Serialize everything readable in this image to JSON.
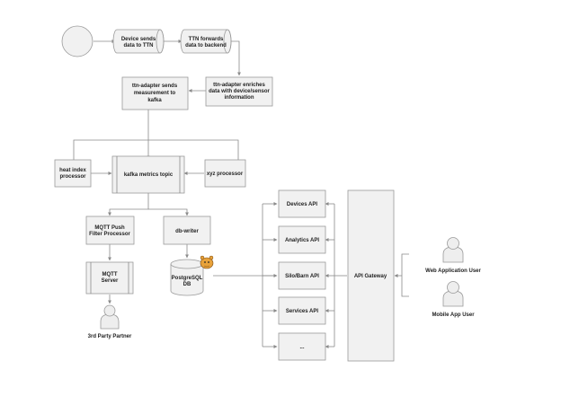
{
  "nodes": {
    "device_sends": {
      "lines": [
        "Device sends",
        "data to TTN"
      ]
    },
    "ttn_forwards": {
      "lines": [
        "TTN forwards",
        "data to backend"
      ]
    },
    "ttn_adapter_enriches": {
      "lines": [
        "ttn-adapter enriches",
        "data with device/sensor",
        "information"
      ]
    },
    "ttn_adapter_sends": {
      "lines": [
        "ttn-adapter sends",
        "measurement to",
        "kafka"
      ]
    },
    "heat_index": {
      "lines": [
        "heat index",
        "processor"
      ]
    },
    "kafka_topic": {
      "lines": [
        "kafka metrics topic"
      ]
    },
    "xyz_processor": {
      "lines": [
        "xyz processor"
      ]
    },
    "mqtt_push": {
      "lines": [
        "MQTT Push",
        "Filter Processor"
      ]
    },
    "db_writer": {
      "lines": [
        "db-writer"
      ]
    },
    "mqtt_server": {
      "lines": [
        "MQTT",
        "Server"
      ]
    },
    "postgres": {
      "lines": [
        "PostgreSQL",
        "DB"
      ]
    },
    "third_party": {
      "lines": [
        "3rd Party Partner"
      ]
    },
    "devices_api": {
      "lines": [
        "Devices API"
      ]
    },
    "analytics_api": {
      "lines": [
        "Analytics API"
      ]
    },
    "silo_barn_api": {
      "lines": [
        "Silo/Barn API"
      ]
    },
    "services_api": {
      "lines": [
        "Services API"
      ]
    },
    "more_api": {
      "lines": [
        "..."
      ]
    },
    "api_gateway": {
      "lines": [
        "API Gateway"
      ]
    },
    "web_app_user": {
      "lines": [
        "Web Application User"
      ]
    },
    "mobile_app_user": {
      "lines": [
        "Mobile App User"
      ]
    }
  },
  "colors": {
    "box_fill": "#f1f1f1",
    "box_stroke": "#9a9a9a",
    "line": "#8a8a8a",
    "text": "#222222",
    "tiger": "#e8a23a"
  },
  "icons": {
    "start": "start-circle-icon",
    "user": "user-icon",
    "postgres": "postgresql-elephant-icon"
  }
}
